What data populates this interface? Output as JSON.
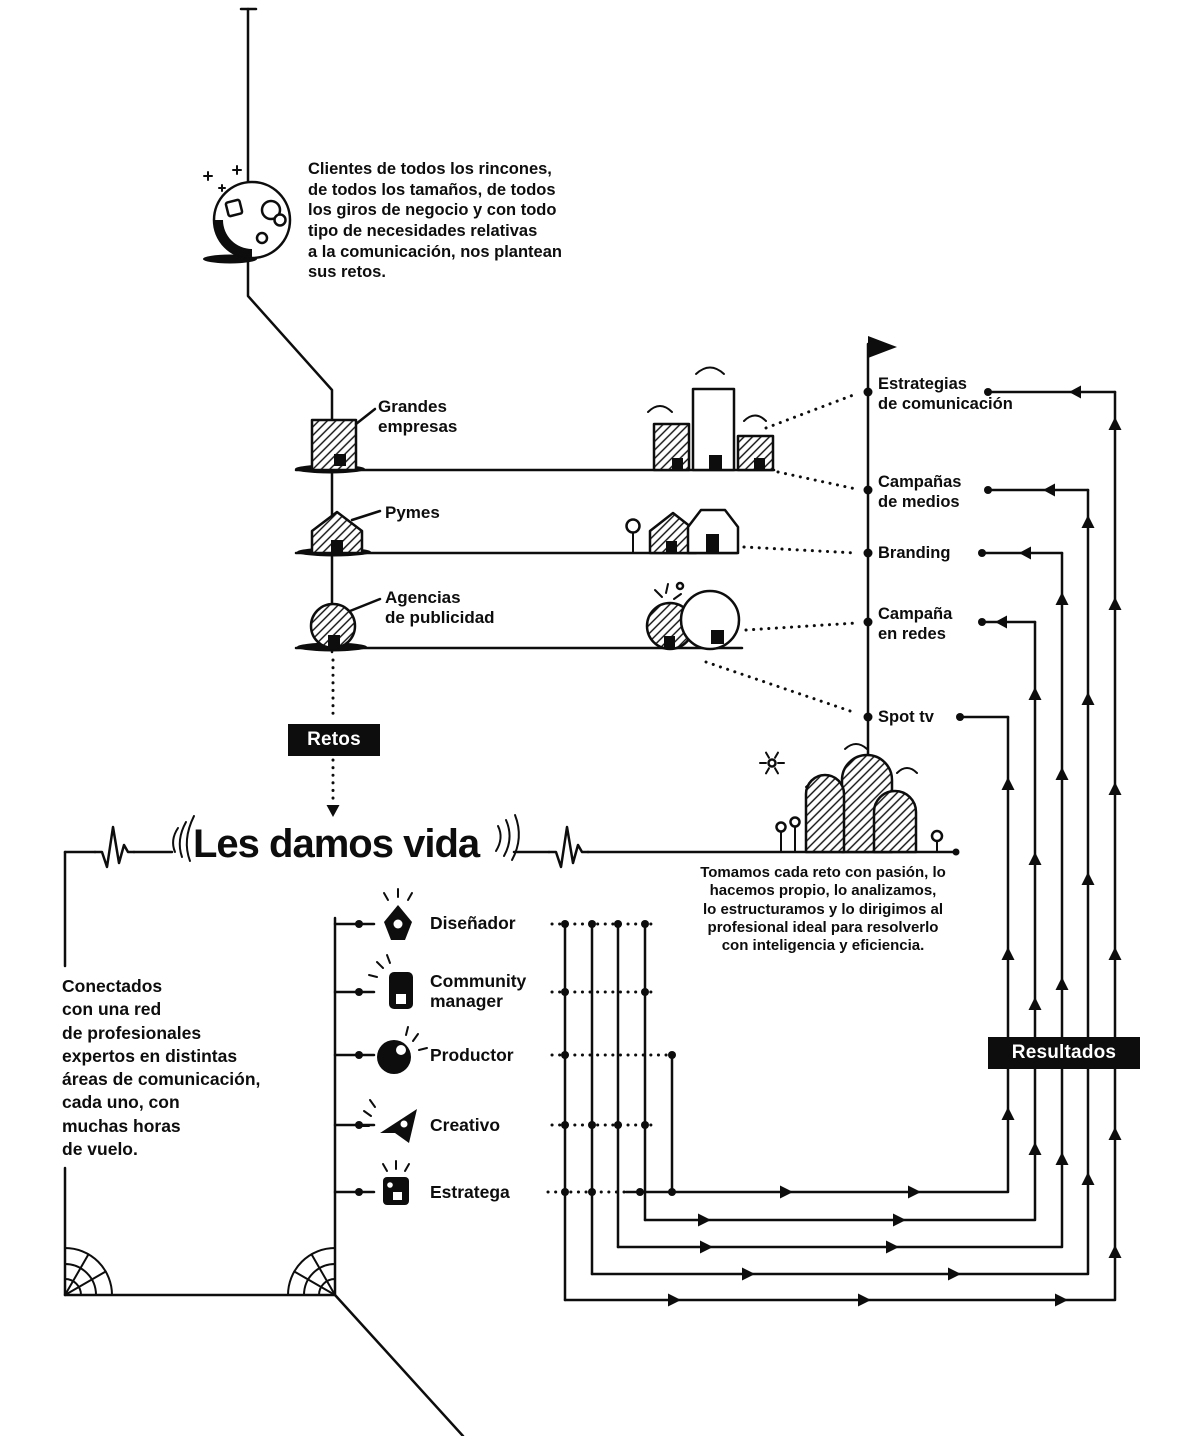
{
  "colors": {
    "ink": "#0d0d0d",
    "paper": "#ffffff"
  },
  "intro": {
    "text": "Clientes de todos los rincones,\nde todos los tamaños, de todos\nlos giros de negocio y con todo\ntipo de necesidades relativas\na la comunicación, nos plantean\nsus retos."
  },
  "clients": {
    "items": [
      {
        "label": "Grandes\nempresas",
        "icon": "office-building-icon"
      },
      {
        "label": "Pymes",
        "icon": "small-business-icon"
      },
      {
        "label": "Agencias\nde publicidad",
        "icon": "agency-circle-icon"
      }
    ]
  },
  "services": {
    "items": [
      {
        "label": "Estrategias\nde comunicación"
      },
      {
        "label": "Campañas\nde medios"
      },
      {
        "label": "Branding"
      },
      {
        "label": "Campaña\nen redes"
      },
      {
        "label": "Spot tv"
      }
    ]
  },
  "badges": {
    "retos": "Retos",
    "resultados": "Resultados"
  },
  "hero": {
    "title": "Les damos vida"
  },
  "mission": {
    "text": "Tomamos cada reto con pasión, lo\nhacemos propio, lo analizamos,\nlo estructuramos y lo dirigimos al\nprofesional ideal para resolverlo\ncon inteligencia y eficiencia."
  },
  "network": {
    "text": "Conectados\ncon una red\nde profesionales\nexpertos en distintas\náreas de comunicación,\ncada uno, con\nmuchas horas\nde vuelo."
  },
  "professionals": {
    "items": [
      {
        "label": "Diseñador",
        "icon": "pen-nib-icon"
      },
      {
        "label": "Community\nmanager",
        "icon": "smartphone-icon"
      },
      {
        "label": "Productor",
        "icon": "camera-lens-icon"
      },
      {
        "label": "Creativo",
        "icon": "paper-plane-icon"
      },
      {
        "label": "Estratega",
        "icon": "strategy-box-icon"
      }
    ]
  }
}
